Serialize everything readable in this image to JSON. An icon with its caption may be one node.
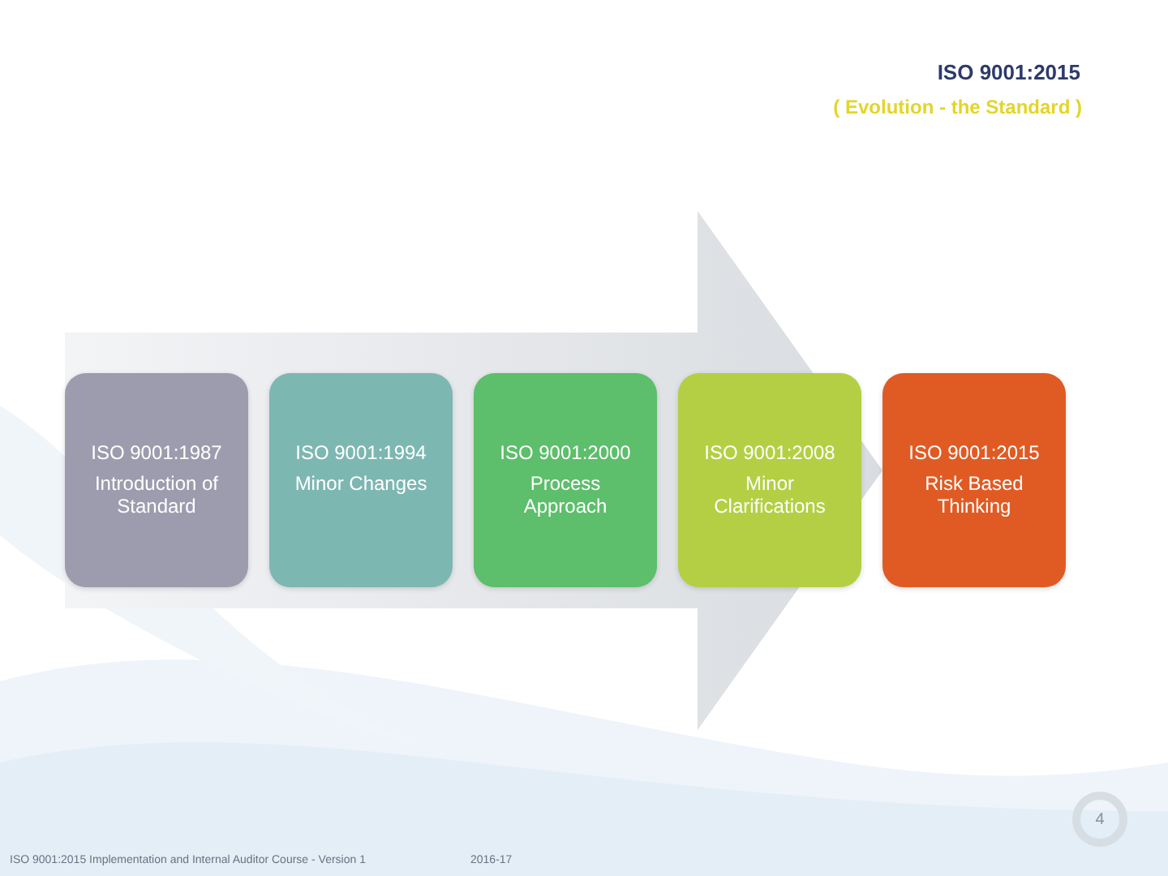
{
  "diagram": {
    "title": "ISO 9001:2015",
    "nodes": [
      {
        "text": [],
        "shape": "arrow"
      },
      {
        "text": [
          "ISO 9001:1987",
          "Introduction of Standard"
        ],
        "in": 0
      },
      {
        "text": [
          "ISO 9001:1994",
          "Minor Changes"
        ],
        "in": 0
      },
      {
        "text": [
          "ISO 9001:2000",
          "Process Approach"
        ],
        "in": 0
      },
      {
        "text": [
          "ISO 9001:2008",
          "Minor Clarifications"
        ],
        "in": 0
      },
      {
        "text": [
          "ISO 9001:2015",
          "Risk Based Thinking"
        ]
      }
    ],
    "labels": [
      "( Evolution - the Standard )",
      "ISO 9001:2015 Implementation and Internal Auditor Course - Version 1",
      "2016-17",
      "4"
    ]
  }
}
